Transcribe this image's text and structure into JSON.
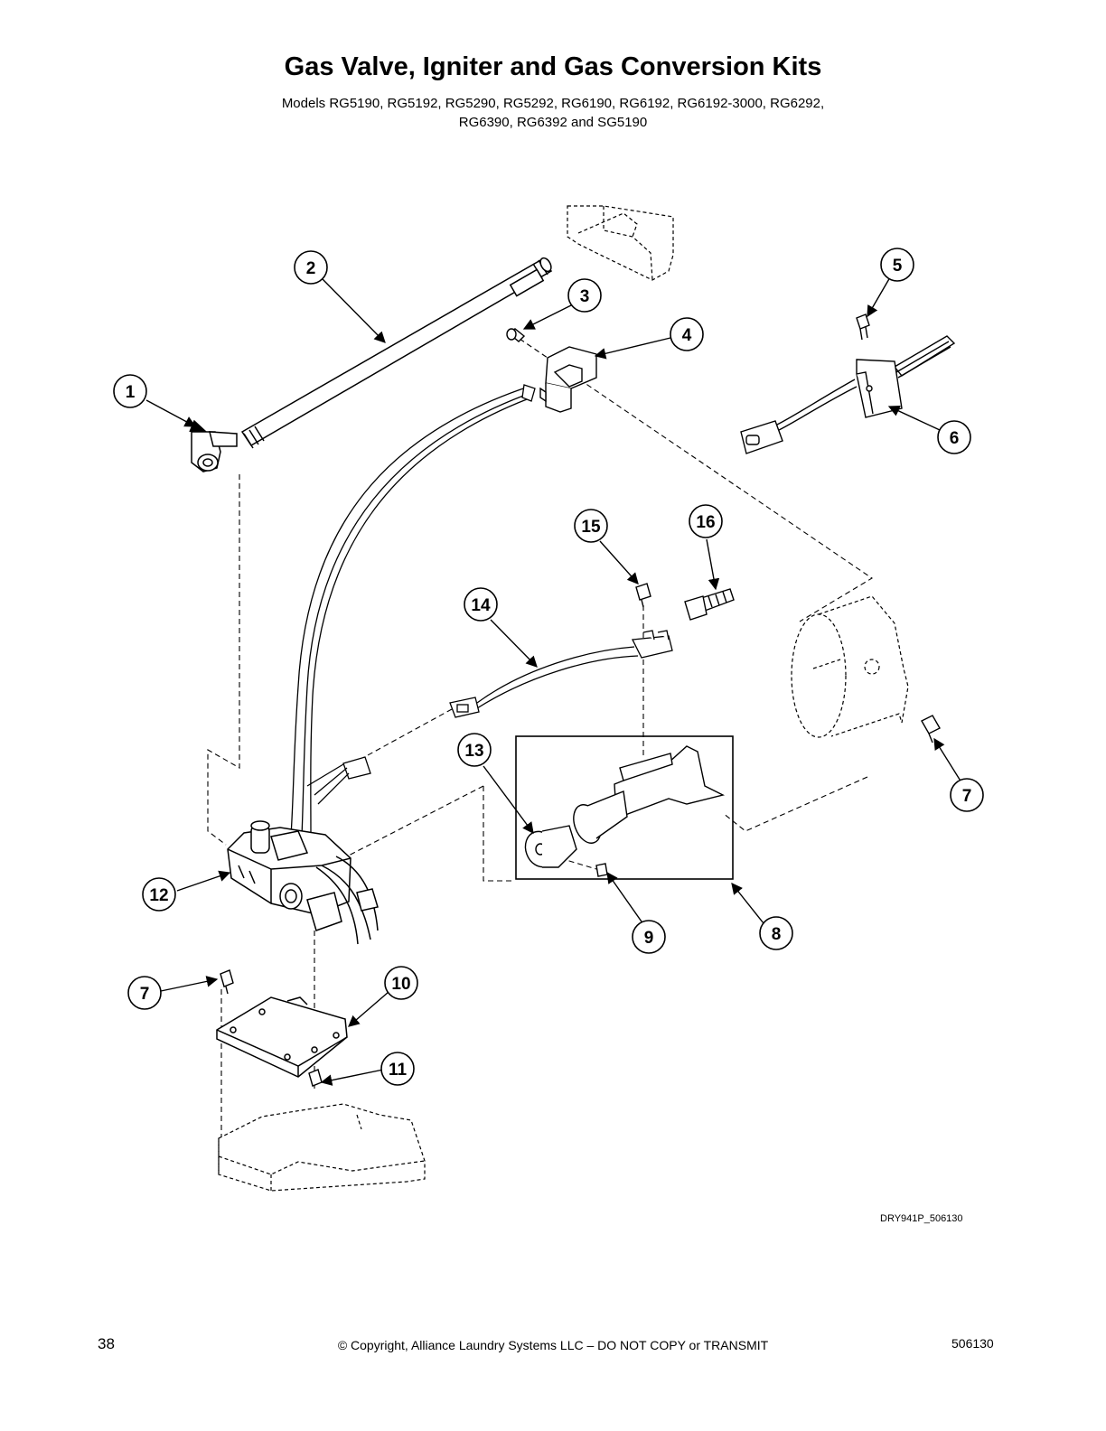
{
  "header": {
    "title": "Gas Valve, Igniter and Gas Conversion Kits",
    "models_line1": "Models RG5190, RG5192, RG5290, RG5292, RG6190, RG6192, RG6192-3000, RG6292,",
    "models_line2": "RG6390, RG6392 and SG5190"
  },
  "callouts": [
    "1",
    "2",
    "3",
    "4",
    "5",
    "6",
    "7",
    "8",
    "9",
    "10",
    "11",
    "12",
    "13",
    "14",
    "15",
    "16"
  ],
  "figure_id": "DRY941P_506130",
  "footer": {
    "page_number": "38",
    "copyright": "© Copyright, Alliance Laundry Systems LLC – DO NOT COPY or TRANSMIT",
    "doc_number": "506130"
  }
}
